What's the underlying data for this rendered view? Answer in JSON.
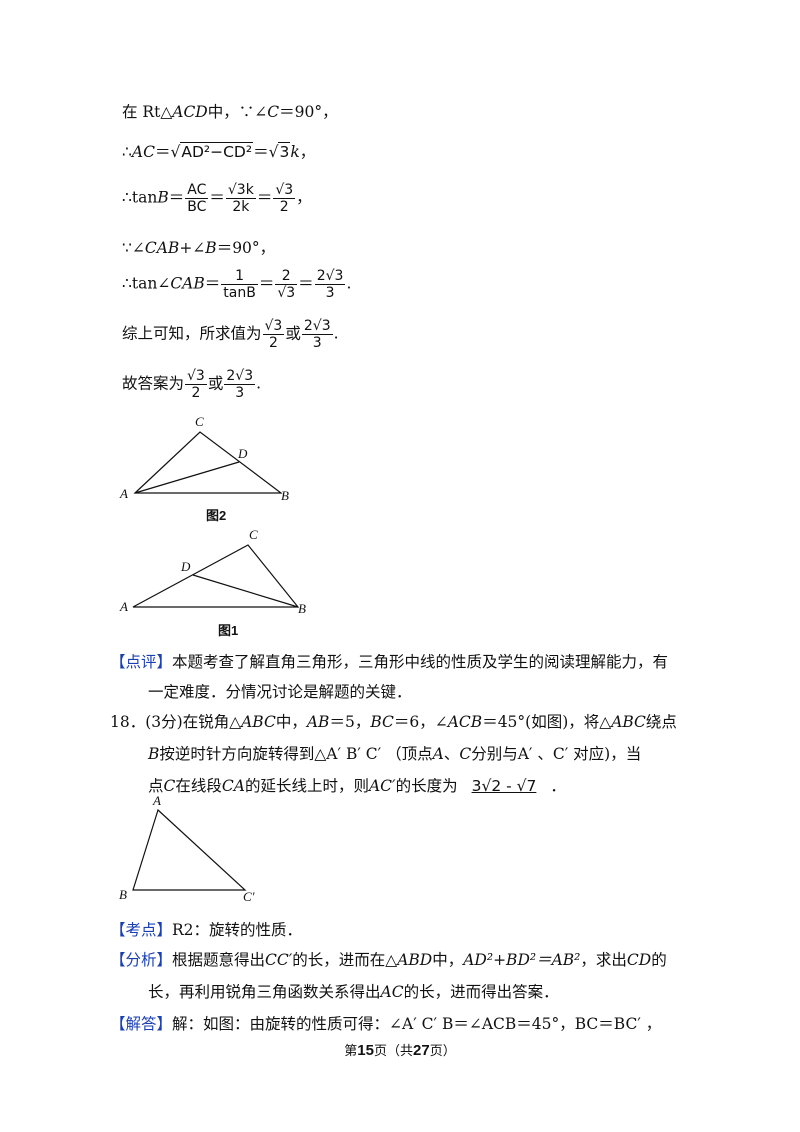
{
  "lines": {
    "l1_pre": "在 Rt△",
    "l1_v1": "ACD",
    "l1_mid": "中，∵∠",
    "l1_v2": "C",
    "l1_post": "＝90°，",
    "l2_pre": "∴",
    "l2_v": "AC",
    "l2_eq": "＝",
    "l2_rad": "AD²−CD²",
    "l2_eq2": "＝",
    "l2_sqrt3": "3",
    "l2_k": "k",
    "l2_post": "，",
    "l3_pre": "∴tan",
    "l3_v": "B",
    "l3_eq": "＝",
    "l3_f1_num": "AC",
    "l3_f1_den": "BC",
    "l3_f2_num": "√3k",
    "l3_f2_den": "2k",
    "l3_f3_num": "√3",
    "l3_f3_den": "2",
    "l3_post": "，",
    "l4_pre": "∵∠",
    "l4_v1": "CAB",
    "l4_mid": "+∠",
    "l4_v2": "B",
    "l4_post": "＝90°，",
    "l5_pre": "∴tan∠",
    "l5_v": "CAB",
    "l5_eq": "＝",
    "l5_f1_num": "1",
    "l5_f1_den": "tanB",
    "l5_f2_num": "2",
    "l5_f2_den": "√3",
    "l5_f3_num": "2√3",
    "l5_f3_den": "3",
    "l5_post": ".",
    "l6_pre": "综上可知，所求值为",
    "l6_f1_num": "√3",
    "l6_f1_den": "2",
    "l6_or": "或",
    "l6_f2_num": "2√3",
    "l6_f2_den": "3",
    "l6_post": ".",
    "l7_pre": "故答案为",
    "l7_f1_num": "√3",
    "l7_f1_den": "2",
    "l7_or": "或",
    "l7_f2_num": "2√3",
    "l7_f2_den": "3",
    "l7_post": "."
  },
  "figures": {
    "fig2": {
      "A": "A",
      "B": "B",
      "C": "C",
      "D": "D",
      "caption": "图2"
    },
    "fig1": {
      "A": "A",
      "B": "B",
      "C": "C",
      "D": "D",
      "caption": "图1"
    },
    "fig3": {
      "A": "A",
      "B": "B",
      "C": "C′"
    }
  },
  "review": {
    "tag": "【点评】",
    "text1": "本题考查了解直角三角形，三角形中线的性质及学生的阅读理解能力，有",
    "text2": "一定难度．分情况讨论是解题的关键．"
  },
  "problem18": {
    "number": "18．(3分)",
    "p1_a": "在锐角△",
    "p1_v1": "ABC",
    "p1_b": "中，",
    "p1_v2": "AB",
    "p1_c": "＝5，",
    "p1_v3": "BC",
    "p1_d": "＝6，∠",
    "p1_v4": "ACB",
    "p1_e": "＝45°(如图)，将△",
    "p1_v5": "ABC",
    "p1_f": "绕点",
    "p2_v1": "B",
    "p2_a": "按逆时针方向旋转得到△A′ B′ C′ （顶点",
    "p2_v2": "A",
    "p2_b": "、",
    "p2_v3": "C",
    "p2_c": "分别与A′ 、C′ 对应)，当",
    "p3_a": "点",
    "p3_v1": "C",
    "p3_b": "在线段",
    "p3_v2": "CA",
    "p3_c": "的延长线上时，则",
    "p3_v3": "AC′",
    "p3_d": "的长度为",
    "answer": "3√2 - √7",
    "p3_end": "．"
  },
  "kaodian": {
    "tag": "【考点】",
    "text": "R2：旋转的性质．"
  },
  "fenxi": {
    "tag": "【分析】",
    "a": "根据题意得出",
    "v1": "CC′",
    "b": "的长，进而在△",
    "v2": "ABD",
    "c": "中，",
    "formula": "AD²+BD²＝AB²",
    "d": "，求出",
    "v3": "CD",
    "e": "的",
    "line2_a": "长，再利用锐角三角函数关系得出",
    "line2_v": "AC",
    "line2_b": "的长，进而得出答案．"
  },
  "jieda": {
    "tag": "【解答】",
    "text": "解：如图：由旋转的性质可得：∠A′ C′ B＝∠ACB＝45°，BC＝BC′ ，"
  },
  "footer": {
    "pre": "第",
    "page": "15",
    "mid": "页（共",
    "total": "27",
    "post": "页）"
  },
  "colors": {
    "bracket": "#1a3fb3",
    "text": "#111111"
  }
}
